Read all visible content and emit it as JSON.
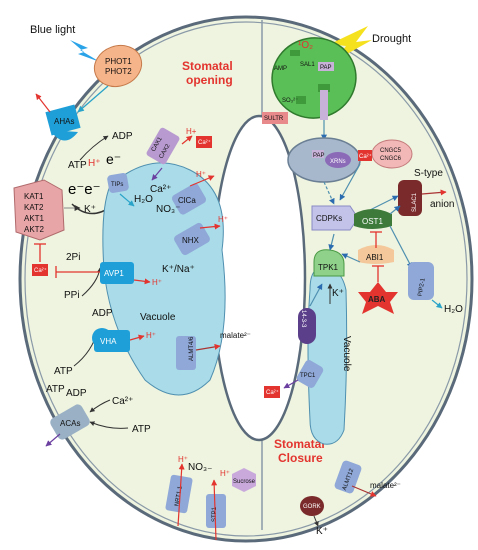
{
  "titles": {
    "blue_light": "Blue light",
    "drought": "Drought",
    "stomatal_opening_line1": "Stomatal",
    "stomatal_opening_line2": "opening",
    "stomatal_closure_line1": "Stomatal",
    "stomatal_closure_line2": "Closure",
    "s_type": "S-type",
    "anion": "anion"
  },
  "left_cell": {
    "phot": [
      "PHOT1",
      "PHOT2"
    ],
    "ahas": "AHAs",
    "adp_top": "ADP",
    "atp_top": "ATP",
    "h_plus": "H⁺",
    "e_minus_1": "e⁻",
    "e_minus_2": "e⁻e⁻",
    "kat": [
      "KAT1",
      "KAT2",
      "AKT1",
      "AKT2"
    ],
    "k_plus": "K⁺",
    "ca": "Ca²⁺",
    "tips": "TIPs",
    "h2o": "H₂O",
    "cax": [
      "CAX1",
      "CAX2"
    ],
    "cax_h": "H+",
    "ca2": "Ca²⁺",
    "clca": "ClCa",
    "no3": "NO₃⁻",
    "clca_h": "H⁺",
    "nhx": "NHX",
    "nhx_h": "H⁺",
    "k_na": "K⁺/Na⁺",
    "two_pi": "2Pi",
    "ppi": "PPi",
    "avp1": "AVP1",
    "avp_h": "H⁺",
    "vacuole": "Vacuole",
    "adp_mid": "ADP",
    "atp_mid": "ATP",
    "vha": "VHA",
    "vha_h": "H⁺",
    "almt": "ALMT4/6",
    "malate": "malate²⁻",
    "atp_low": "ATP",
    "adp_low": "ADP",
    "acas": "ACAs",
    "aca_ca": "Ca²⁺",
    "aca_atp": "ATP",
    "nrt": "NRT1.1",
    "nrt_h": "H⁺",
    "nrt_no3": "NO₃₋",
    "stp": "STP1",
    "stp_h": "H⁺",
    "sucrose": "Sucrose"
  },
  "right_cell": {
    "o2": "¹O₂",
    "amp": "AMP",
    "sal1": "SAL1",
    "pap": "PAP",
    "so3": "SO₃²⁻",
    "sultr": "SULTR",
    "xrn": "XRNs",
    "pap2": "PAP",
    "cngc": [
      "CNGC5",
      "CNGC6"
    ],
    "ca_small": "Ca²⁺",
    "slac1": "SLAC1",
    "cdpks": "CDPKs",
    "ost1": "OST1",
    "abi1": "ABI1",
    "aba": "ABA",
    "pip": "PIP2-1",
    "h2o": "H₂O",
    "tpk1": "TPK1",
    "k_plus": "K⁺",
    "protein1433": "14-3-3",
    "vacuole": "Vacuole",
    "tpc1": "TPC1",
    "ca_red": "Ca²⁺",
    "almt12": "ALMT12",
    "malate": "malate²⁻",
    "gork": "GORK",
    "gork_k": "K⁺"
  },
  "colors": {
    "cell_fill": "#eef4df",
    "vacuole_fill": "#a9dce8",
    "title_red": "#e3342f",
    "arrow_red": "#e3342f",
    "arrow_blue": "#2b6cb0"
  }
}
